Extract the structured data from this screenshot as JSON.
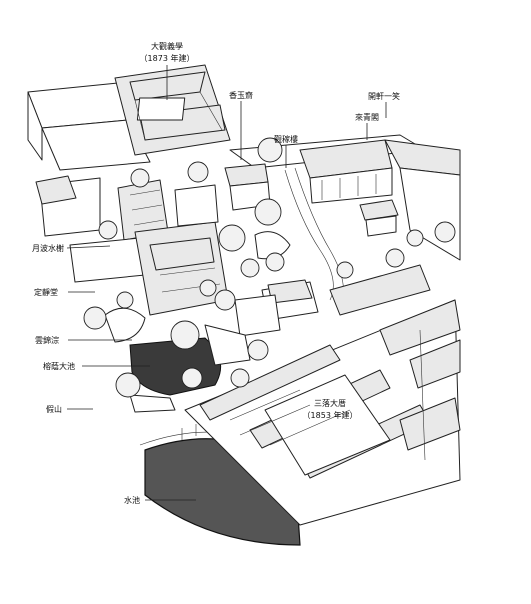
{
  "labels": {
    "daguanyixue": "大觀義學",
    "daguanyixue_year": "（1873 年建）",
    "xiangyuzhai": "香玉齋",
    "guanjialou": "觀稼樓",
    "kaixuanyixiao": "開軒一笑",
    "laiqingge": "來青閣",
    "yuebishuixie": "月波水榭",
    "dingjingtang": "定靜堂",
    "yunjincui": "雲錦淙",
    "bangyindachi": "榕蔭大池",
    "jiashan": "假山",
    "sanluodacuo": "三落大厝",
    "sanluodacuo_year": "（1853 年建）",
    "shuichi": "水池"
  }
}
